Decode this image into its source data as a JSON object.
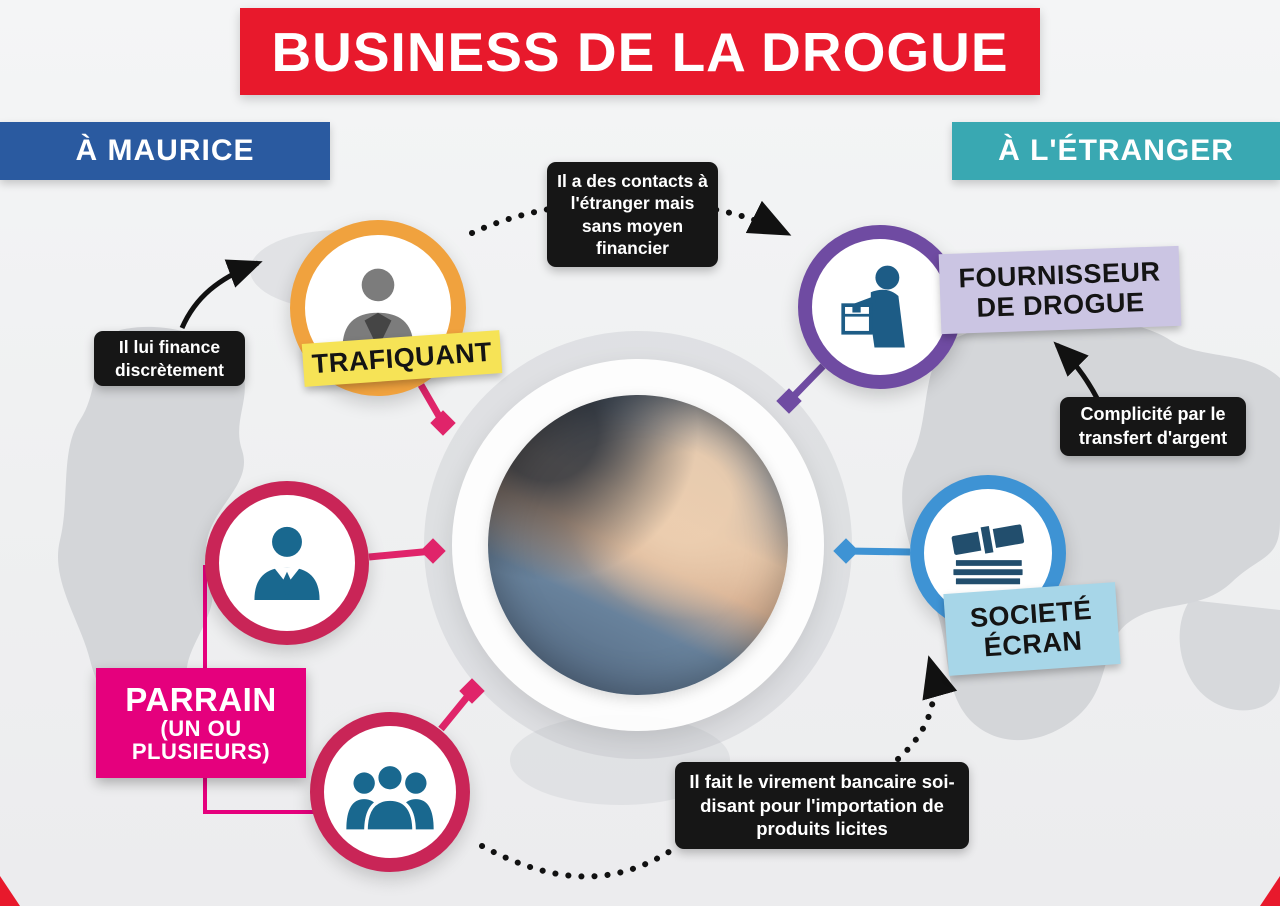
{
  "title": "BUSINESS DE LA DROGUE",
  "banners": {
    "maurice": "À MAURICE",
    "etranger": "À L'ÉTRANGER"
  },
  "nodes": {
    "trafiquant": {
      "label": "TRAFIQUANT"
    },
    "parrain": {
      "label": "PARRAIN",
      "sub_line1": "(UN OU",
      "sub_line2": "PLUSIEURS)"
    },
    "fournisseur": {
      "label": "FOURNISSEUR DE DROGUE"
    },
    "societe_ecran": {
      "label": "SOCIETÉ ÉCRAN"
    }
  },
  "callouts": {
    "contacts": "Il a des contacts à l'étranger mais sans moyen financier",
    "finance": "Il lui finance discrètement",
    "complicite": "Complicité par le transfert d'argent",
    "virement": "Il fait le virement bancaire soi-disant pour l'importation de produits licites"
  },
  "icons": {
    "trafiquant": "person-icon",
    "parrain": "businessman-icon",
    "group": "people-group-icon",
    "fournisseur": "person-with-box-icon",
    "societe_ecran": "money-stack-icon"
  },
  "colors": {
    "header_red": "#e8192c",
    "maurice_blue": "#2a5aa0",
    "etranger_teal": "#39a8b2",
    "trafiquant_orange": "#f0a23e",
    "parrain_crimson": "#c92557",
    "fournisseur_purple": "#6f4ba2",
    "societe_blue": "#3e93d4",
    "magenta": "#e5007d",
    "label_yellow": "#f6e356",
    "label_lavender": "#cbc5e3",
    "label_lightblue": "#a7d6e8",
    "callout_black": "#161616",
    "icon_blue": "#19688f"
  }
}
